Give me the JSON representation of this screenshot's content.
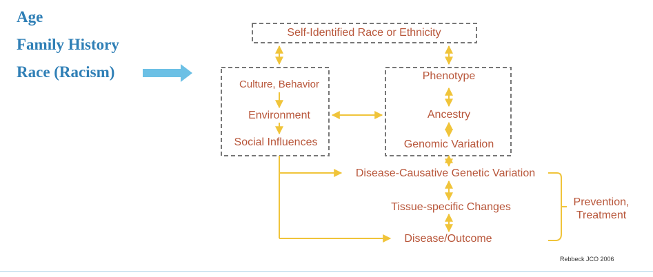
{
  "sidebar": {
    "items": [
      {
        "label": "Age"
      },
      {
        "label": "Family History"
      },
      {
        "label": "Race (Racism)"
      }
    ]
  },
  "diagram": {
    "self_identified": "Self-Identified Race or Ethnicity",
    "culture": "Culture, Behavior",
    "environment": "Environment",
    "social": "Social Influences",
    "phenotype": "Phenotype",
    "ancestry": "Ancestry",
    "genomic": "Genomic Variation",
    "disease_causative": "Disease-Causative Genetic Variation",
    "tissue": "Tissue-specific Changes",
    "outcome": "Disease/Outcome",
    "prevention_line1": "Prevention,",
    "prevention_line2": "Treatment"
  },
  "citation": "Rebbeck JCO 2006",
  "colors": {
    "sidebar_text": "#2f7fb6",
    "arrow_blue": "#6cc0e5",
    "node_text": "#b8563a",
    "connector": "#f0c43a",
    "dashed_border": "#777777"
  }
}
